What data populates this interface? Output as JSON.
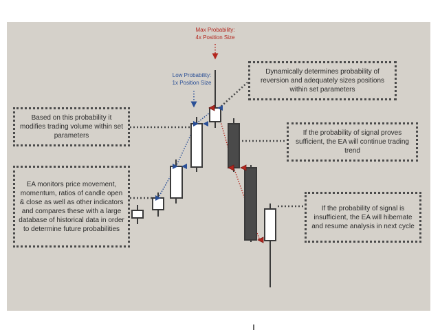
{
  "annotations": {
    "max_probability": "Max Probability:\n4x Position Size",
    "low_probability": "Low Probability:\n1x Position Size"
  },
  "boxes": {
    "dynamic": "Dynamically determines probability of reversion and adequately sizes positions within set parameters",
    "modifies": "Based on this probability it modifies trading volume within set parameters",
    "monitors": "EA monitors price movement, momentum, ratios of candle open & close as well as other indicators and compares these with a large database of historical data in order to determine future probabilities",
    "sufficient": "If the probability of signal proves sufficient, the EA will continue trading trend",
    "insufficient": "If the probability of signal is insufficient, the EA will hibernate and resume analysis in next cycle"
  },
  "colors": {
    "background": "#d5d1ca",
    "bull_body": "#ffffff",
    "bear_body": "#4a4a4a",
    "wick": "#3a3a3a",
    "up_arrow": "#2a4f96",
    "down_arrow": "#b3261e",
    "dotted_line": "#4a4a4a"
  },
  "icons": {
    "long_marker": "blue-right-arrow-icon",
    "short_marker": "red-left-arrow-icon"
  }
}
